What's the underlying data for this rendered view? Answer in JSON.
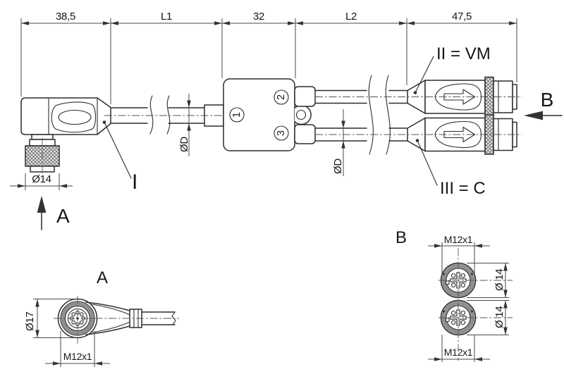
{
  "top_dimensions": {
    "d1": "38,5",
    "d2": "L1",
    "d3": "32",
    "d4": "L2",
    "d5": "47,5"
  },
  "assembly": {
    "connector_label": "I",
    "branch_top_label": "II  =  VM",
    "branch_bottom_label": "III  =  C",
    "junction_ports": {
      "p1": "1",
      "p2": "2",
      "p3": "3"
    },
    "cable_dia_left": "ØD",
    "cable_dia_right": "ØD",
    "nut_dia": "Ø14",
    "view_arrow_a": "A",
    "view_arrow_b": "B"
  },
  "view_a": {
    "title": "A",
    "outer_dia": "Ø17",
    "thread": "M12x1"
  },
  "view_b": {
    "title": "B",
    "thread_top": "M12x1",
    "dia_top": "Ø 14",
    "dia_bottom": "Ø 14",
    "thread_bottom": "M12x1"
  }
}
